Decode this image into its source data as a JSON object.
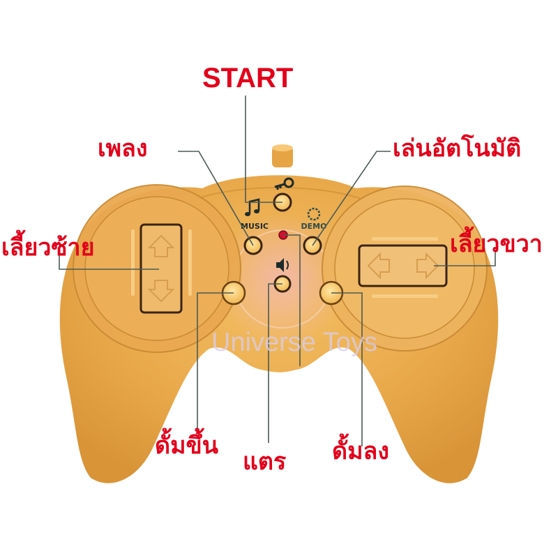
{
  "title_label": "START",
  "labels": {
    "start": "START",
    "music": "เพลง",
    "demo": "เล่นอัตโนมัติ",
    "turn_left": "เลี้ยวซ้าย",
    "turn_right": "เลี้ยวขวา",
    "dive_up": "ดั้มขึ้น",
    "horn": "แตร",
    "dive_down": "ดั้มลง"
  },
  "controller_markings": {
    "music": "MUSIC",
    "demo": "DEMO",
    "key_icon": "key-icon",
    "music_icon": "music-note-icon",
    "demo_icon": "gear-icon",
    "horn_icon": "speaker-icon"
  },
  "watermark": "Universe Toys",
  "colors": {
    "label_red": "#e3001b",
    "controller_body": "#e8a849",
    "leader_line": "#4a5a55",
    "led_red": "#d01030"
  }
}
